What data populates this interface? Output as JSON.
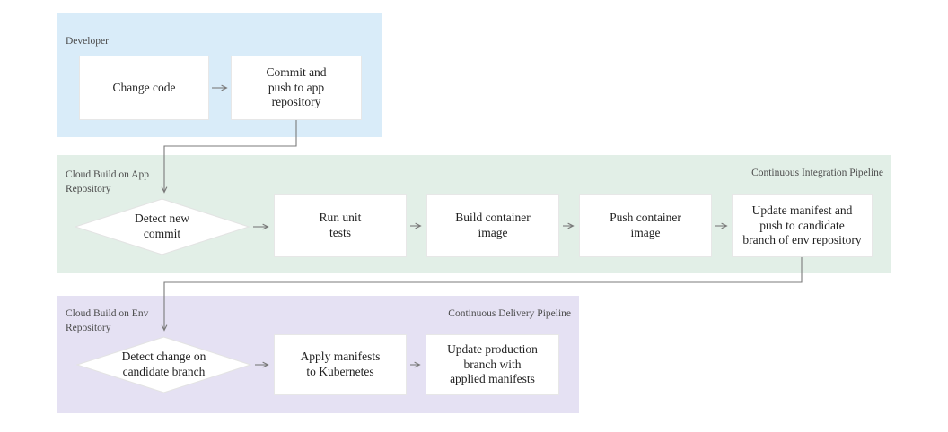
{
  "lanes": [
    {
      "label": "Developer",
      "right_label": "",
      "color": "#d9ecf9"
    },
    {
      "label": "Cloud Build on App\nRepository",
      "right_label": "Continuous Integration Pipeline",
      "color": "#e2efe7"
    },
    {
      "label": "Cloud Build on Env\nRepository",
      "right_label": "Continuous Delivery Pipeline",
      "color": "#e5e1f3"
    }
  ],
  "nodes": {
    "change_code": {
      "label": "Change code",
      "shape": "rect"
    },
    "commit_push": {
      "label": "Commit and\npush to app\nrepository",
      "shape": "rect"
    },
    "detect_commit": {
      "label": "Detect new\ncommit",
      "shape": "diamond"
    },
    "run_tests": {
      "label": "Run unit\ntests",
      "shape": "rect"
    },
    "build_image": {
      "label": "Build container\nimage",
      "shape": "rect"
    },
    "push_image": {
      "label": "Push container\nimage",
      "shape": "rect"
    },
    "update_manifest": {
      "label": "Update manifest and\npush to candidate\nbranch of env repository",
      "shape": "rect"
    },
    "detect_change": {
      "label": "Detect change on\ncandidate branch",
      "shape": "diamond"
    },
    "apply_manifests": {
      "label": "Apply manifests\nto Kubernetes",
      "shape": "rect"
    },
    "update_production": {
      "label": "Update production\nbranch with\napplied manifests",
      "shape": "rect"
    }
  },
  "colors": {
    "arrow": "#7b7b7b",
    "node_fill": "#ffffff",
    "node_border": "#e7e7e7",
    "node_text": "#1f1f1f",
    "label_text": "#4c4c4c",
    "diamond_border": "#e3e3e3"
  }
}
